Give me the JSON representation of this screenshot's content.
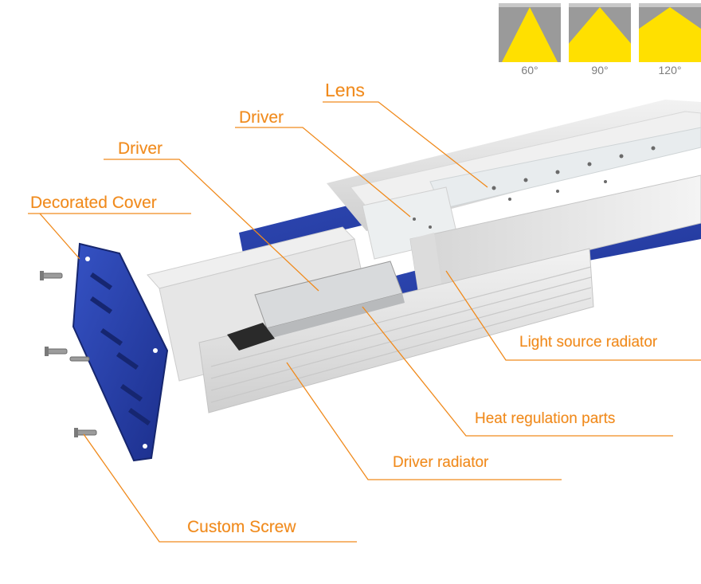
{
  "beam_angles": [
    {
      "label": "60°",
      "color": "#ffe000"
    },
    {
      "label": "90°",
      "color": "#ffe000"
    },
    {
      "label": "120°",
      "color": "#ffe000"
    }
  ],
  "callouts": {
    "lens": "Lens",
    "driver_top": "Driver",
    "driver_mid": "Driver",
    "decorated_cover": "Decorated Cover",
    "light_source_radiator": "Light source radiator",
    "heat_regulation": "Heat regulation parts",
    "driver_radiator": "Driver radiator",
    "custom_screw": "Custom Screw"
  },
  "colors": {
    "callout_text": "#f08a1c",
    "leader_line": "#f08a1c",
    "cover_blue": "#2340a8",
    "aluminum": "#e2e2e2"
  }
}
